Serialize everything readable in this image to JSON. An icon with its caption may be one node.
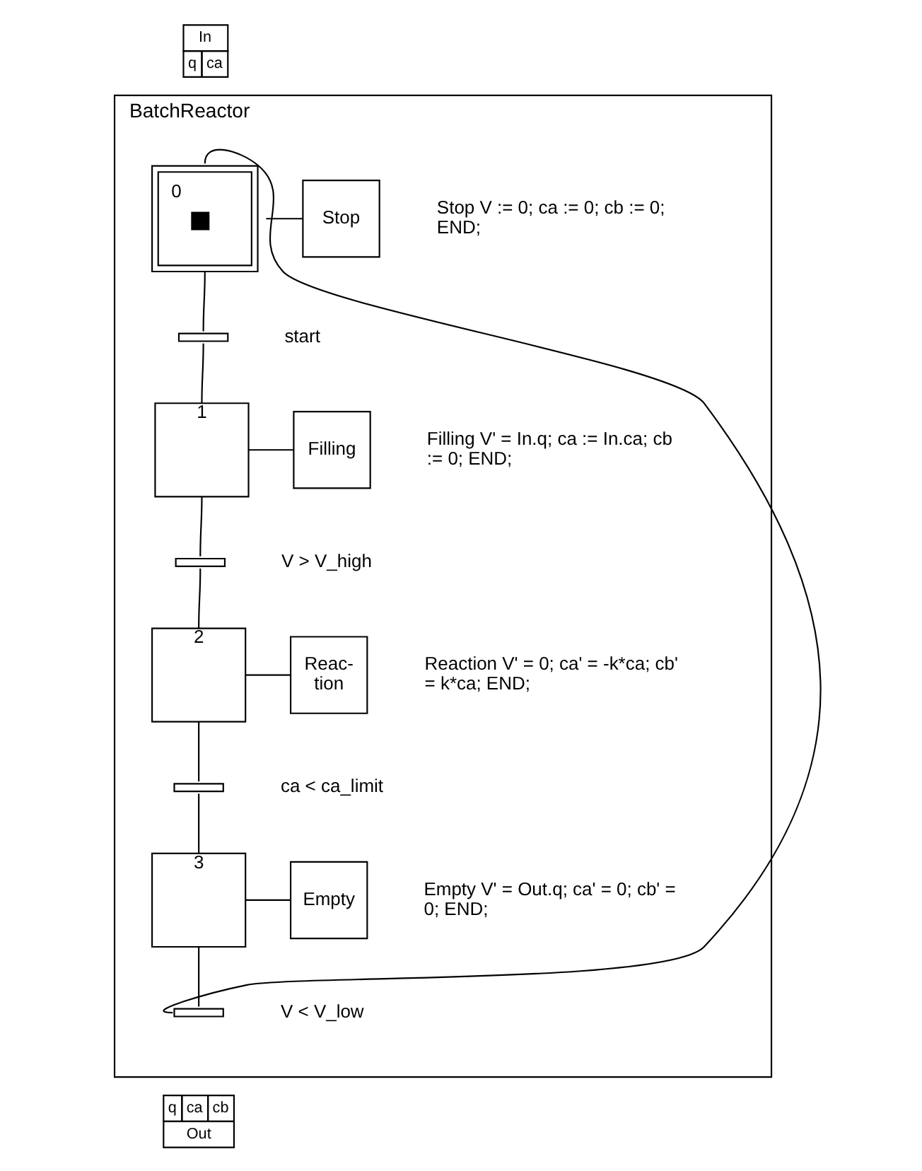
{
  "diagram": {
    "nodes": [
      {
        "text": [
          "In",
          "q",
          "ca"
        ]
      },
      {
        "text": [
          "BatchReactor"
        ]
      },
      {
        "text": [
          "0"
        ],
        "in": 1
      },
      {
        "text": [
          "Stop"
        ],
        "in": 1,
        "beside": [
          "Stop V := 0; ca := 0; cb := 0; END;"
        ]
      },
      {
        "text": [],
        "shape": "bar",
        "in": 1,
        "beside": [
          "start"
        ]
      },
      {
        "text": [
          "1"
        ],
        "in": 1
      },
      {
        "text": [
          "Filling"
        ],
        "in": 1,
        "beside": [
          "Filling V' = In.q; ca := In.ca; cb := 0; END;"
        ]
      },
      {
        "text": [],
        "shape": "bar",
        "in": 1,
        "beside": [
          "V > V_high"
        ]
      },
      {
        "text": [
          "2"
        ],
        "in": 1
      },
      {
        "text": [
          "Reac- tion"
        ],
        "in": 1,
        "beside": [
          "Reaction V' = 0; ca' = -k*ca; cb' = k*ca; END;"
        ]
      },
      {
        "text": [],
        "shape": "bar",
        "in": 1,
        "beside": [
          "ca < ca_limit"
        ]
      },
      {
        "text": [
          "3"
        ],
        "in": 1
      },
      {
        "text": [
          "Empty"
        ],
        "in": 1,
        "beside": [
          "Empty V' = Out.q; ca' = 0; cb' = 0; END;"
        ]
      },
      {
        "text": [],
        "shape": "bar",
        "in": 1,
        "beside": [
          "V < V_low"
        ]
      },
      {
        "text": [
          "q",
          "ca",
          "cb",
          "Out"
        ]
      }
    ],
    "edges": [
      {
        "from": 2,
        "to": 3,
        "arrow": "none"
      },
      {
        "from": 2,
        "to": 4,
        "arrow": "none"
      },
      {
        "from": 4,
        "to": 5,
        "arrow": "none"
      },
      {
        "from": 5,
        "to": 6,
        "arrow": "none"
      },
      {
        "from": 5,
        "to": 7,
        "arrow": "none"
      },
      {
        "from": 7,
        "to": 8,
        "arrow": "none"
      },
      {
        "from": 8,
        "to": 9,
        "arrow": "none"
      },
      {
        "from": 8,
        "to": 10,
        "arrow": "none"
      },
      {
        "from": 10,
        "to": 11,
        "arrow": "none"
      },
      {
        "from": 11,
        "to": 12,
        "arrow": "none"
      },
      {
        "from": 11,
        "to": 13,
        "arrow": "none"
      },
      {
        "from": 13,
        "to": 2,
        "arrow": "none"
      }
    ]
  }
}
